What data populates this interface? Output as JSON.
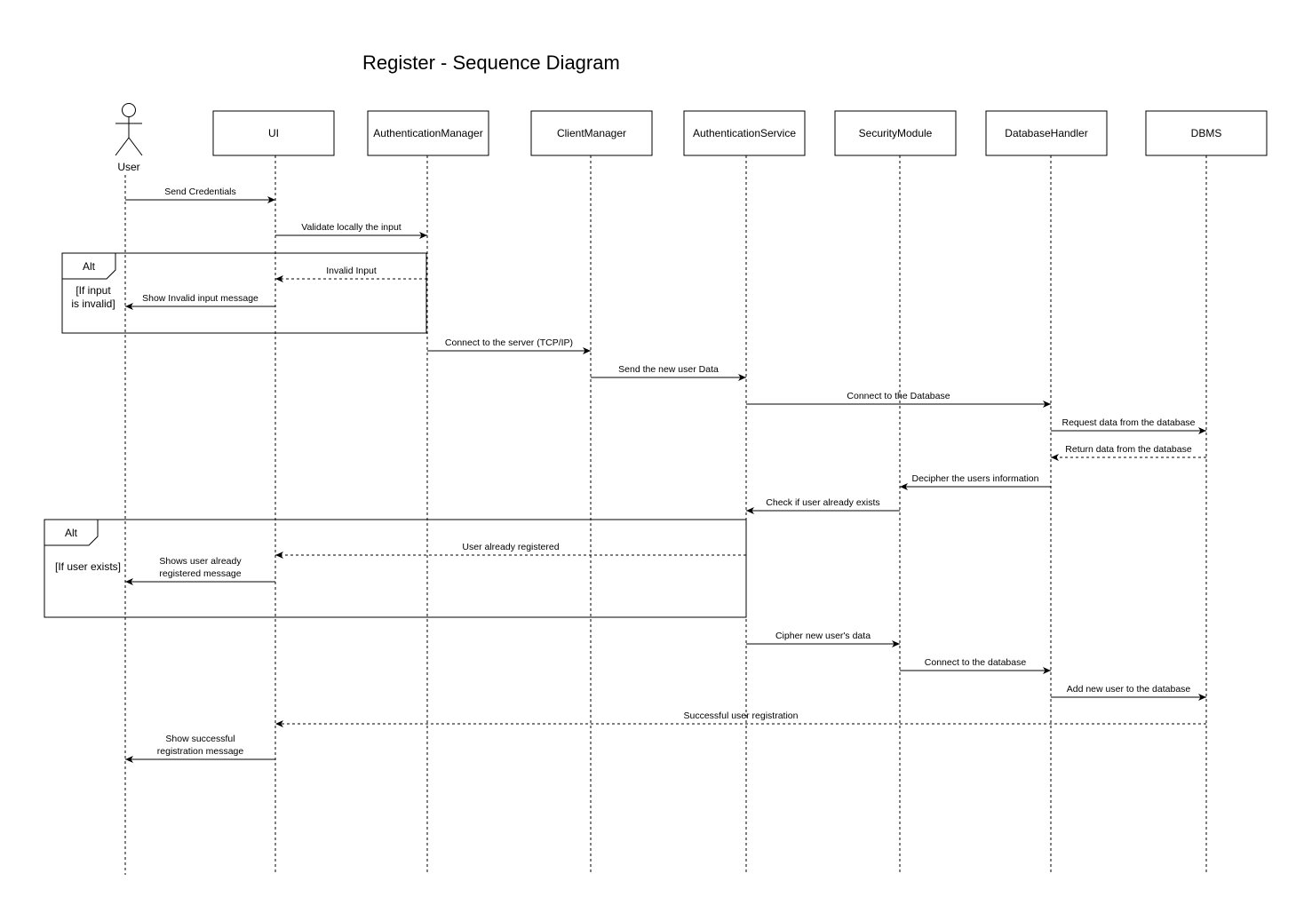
{
  "title": "Register - Sequence Diagram",
  "participants": [
    {
      "id": "user",
      "name": "User",
      "kind": "actor"
    },
    {
      "id": "ui",
      "name": "UI",
      "kind": "box"
    },
    {
      "id": "authmgr",
      "name": "AuthenticationManager",
      "kind": "box"
    },
    {
      "id": "clientmgr",
      "name": "ClientManager",
      "kind": "box"
    },
    {
      "id": "authsvc",
      "name": "AuthenticationService",
      "kind": "box"
    },
    {
      "id": "secmod",
      "name": "SecurityModule",
      "kind": "box"
    },
    {
      "id": "dbhandler",
      "name": "DatabaseHandler",
      "kind": "box"
    },
    {
      "id": "dbms",
      "name": "DBMS",
      "kind": "box"
    }
  ],
  "messages": [
    {
      "from": "user",
      "to": "ui",
      "label": [
        "Send Credentials"
      ],
      "dashed": false
    },
    {
      "from": "ui",
      "to": "authmgr",
      "label": [
        "Validate locally the input"
      ],
      "dashed": false
    },
    {
      "from": "authmgr",
      "to": "ui",
      "label": [
        "Invalid Input"
      ],
      "dashed": true
    },
    {
      "from": "ui",
      "to": "user",
      "label": [
        "Show Invalid input message"
      ],
      "dashed": false
    },
    {
      "from": "authmgr",
      "to": "clientmgr",
      "label": [
        "Connect to the server (TCP/IP)"
      ],
      "dashed": false
    },
    {
      "from": "clientmgr",
      "to": "authsvc",
      "label": [
        "Send the new user Data"
      ],
      "dashed": false
    },
    {
      "from": "authsvc",
      "to": "dbhandler",
      "label": [
        "Connect to the Database"
      ],
      "dashed": false
    },
    {
      "from": "dbhandler",
      "to": "dbms",
      "label": [
        "Request data from the database"
      ],
      "dashed": false
    },
    {
      "from": "dbms",
      "to": "dbhandler",
      "label": [
        "Return data from the database"
      ],
      "dashed": true
    },
    {
      "from": "dbhandler",
      "to": "secmod",
      "label": [
        "Decipher the users information"
      ],
      "dashed": false
    },
    {
      "from": "secmod",
      "to": "authsvc",
      "label": [
        "Check if user already exists"
      ],
      "dashed": false
    },
    {
      "from": "authsvc",
      "to": "ui",
      "label": [
        "User already registered"
      ],
      "dashed": true
    },
    {
      "from": "ui",
      "to": "user",
      "label": [
        "Shows user already",
        "registered message"
      ],
      "dashed": false
    },
    {
      "from": "authsvc",
      "to": "secmod",
      "label": [
        "Cipher new user's data"
      ],
      "dashed": false
    },
    {
      "from": "secmod",
      "to": "dbhandler",
      "label": [
        "Connect to the database"
      ],
      "dashed": false
    },
    {
      "from": "dbhandler",
      "to": "dbms",
      "label": [
        "Add new user to the database"
      ],
      "dashed": false
    },
    {
      "from": "dbms",
      "to": "ui",
      "label": [
        "Successful user registration"
      ],
      "dashed": true
    },
    {
      "from": "ui",
      "to": "user",
      "label": [
        "Show successful",
        "registration message"
      ],
      "dashed": false
    }
  ],
  "fragments": [
    {
      "operator": "Alt",
      "condition": [
        "[If input",
        "is invalid]"
      ]
    },
    {
      "operator": "Alt",
      "condition": [
        "[If user exists]"
      ]
    }
  ]
}
